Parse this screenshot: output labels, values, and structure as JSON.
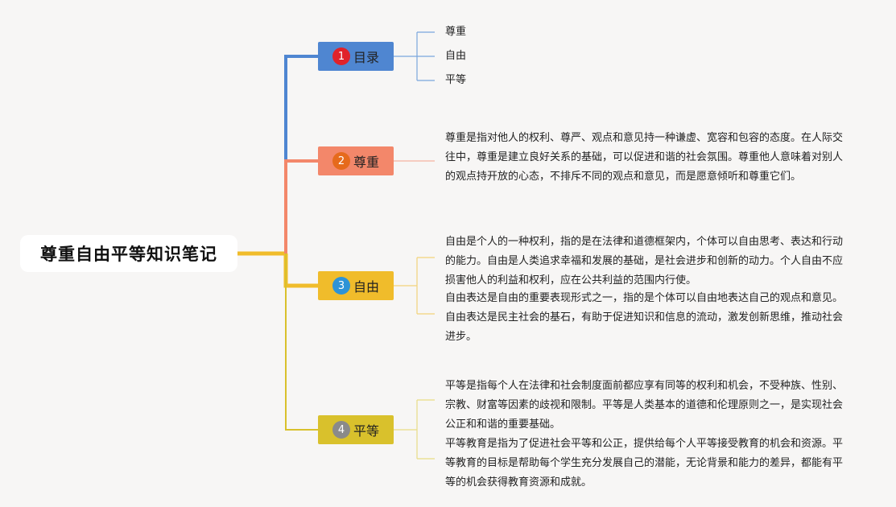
{
  "root": {
    "title": "尊重自由平等知识笔记"
  },
  "colors": {
    "toc": "#4f86d1",
    "respect": "#f3876a",
    "freedom": "#f0bc2b",
    "equality": "#d9c12c",
    "badge1": "#e0222a",
    "badge2": "#e66a1c",
    "badge3": "#2d93d6",
    "badge4": "#8a8a8a"
  },
  "branches": [
    {
      "num": "1",
      "label": "目录"
    },
    {
      "num": "2",
      "label": "尊重"
    },
    {
      "num": "3",
      "label": "自由"
    },
    {
      "num": "4",
      "label": "平等"
    }
  ],
  "toc": [
    "尊重",
    "自由",
    "平等"
  ],
  "respect": [
    "尊重是指对他人的权利、尊严、观点和意见持一种谦虚、宽容和包容的态度。在人际交往中，尊重是建立良好关系的基础，可以促进和谐的社会氛围。尊重他人意味着对别人的观点持开放的心态，不排斥不同的观点和意见，而是愿意倾听和尊重它们。"
  ],
  "freedom": [
    "自由是个人的一种权利，指的是在法律和道德框架内，个体可以自由思考、表达和行动的能力。自由是人类追求幸福和发展的基础，是社会进步和创新的动力。个人自由不应损害他人的利益和权利，应在公共利益的范围内行使。",
    "自由表达是自由的重要表现形式之一，指的是个体可以自由地表达自己的观点和意见。自由表达是民主社会的基石，有助于促进知识和信息的流动，激发创新思维，推动社会进步。"
  ],
  "equality": [
    "平等是指每个人在法律和社会制度面前都应享有同等的权利和机会，不受种族、性别、宗教、财富等因素的歧视和限制。平等是人类基本的道德和伦理原则之一，是实现社会公正和和谐的重要基础。",
    "平等教育是指为了促进社会平等和公正，提供给每个人平等接受教育的机会和资源。平等教育的目标是帮助每个学生充分发展自己的潜能，无论背景和能力的差异，都能有平等的机会获得教育资源和成就。"
  ]
}
